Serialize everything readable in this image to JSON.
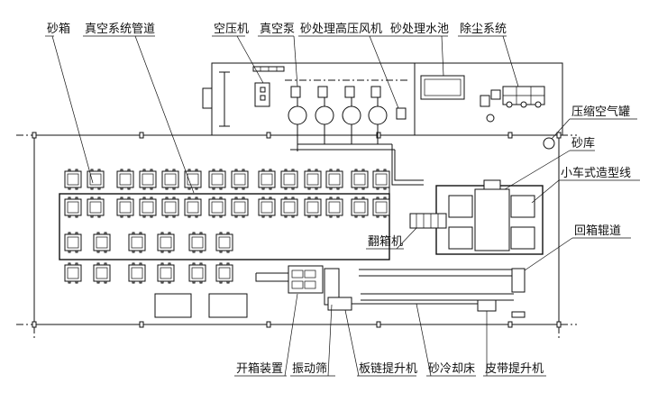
{
  "labels": {
    "sand_box": "砂箱",
    "vacuum_pipe": "真空系统管道",
    "air_compressor": "空压机",
    "vacuum_pump": "真空泵",
    "sand_fan": "砂处理高压风机",
    "sand_pool": "砂处理水池",
    "dust_removal": "除尘系统",
    "air_tank": "压缩空气罐",
    "sand_silo": "砂库",
    "molding_line": "小车式造型线",
    "flask_turner": "翻箱机",
    "return_roller": "回箱辊道",
    "shakeout": "开箱装置",
    "vibrating_screen": "振动筛",
    "bucket_elevator": "板链提升机",
    "cooling_bed": "砂冷却床",
    "belt_elevator": "皮带提升机"
  }
}
